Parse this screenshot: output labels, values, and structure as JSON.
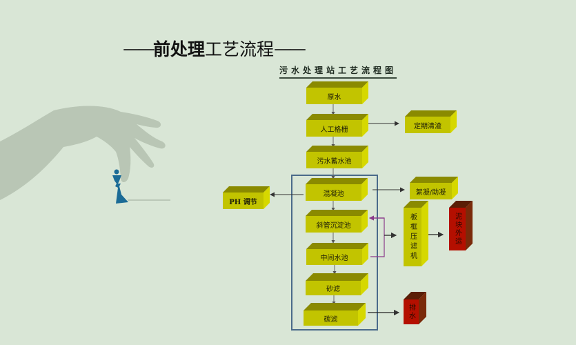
{
  "slide": {
    "title": {
      "dash_left": "——",
      "bold": "前处理",
      "normal": "工艺流程",
      "dash_right": "——"
    },
    "subtitle": "污水处理站工艺流程图"
  },
  "colors": {
    "background": "#d9e6d6",
    "box_front": "#c2c400",
    "box_top": "#8a8a00",
    "box_side": "#d6d800",
    "red_front": "#b40f00",
    "red_top": "#5a1e06",
    "red_side": "#7a2a0a",
    "frame": "#4a6a8a",
    "return_line": "#8a3a8a",
    "hand": "#b9c6b5",
    "chess_piece": "#1b6b96"
  },
  "flow": {
    "main": [
      {
        "id": "raw-water",
        "label": "原水"
      },
      {
        "id": "screen",
        "label": "人工格栅"
      },
      {
        "id": "storage-tank",
        "label": "污水蓄水池"
      },
      {
        "id": "coagulation-tank",
        "label": "混凝池"
      },
      {
        "id": "inclined-settler",
        "label": "斜管沉淀池"
      },
      {
        "id": "intermediate-tank",
        "label": "中间水池"
      },
      {
        "id": "sand-filter",
        "label": "砂滤"
      },
      {
        "id": "carbon-filter",
        "label": "碳滤"
      }
    ],
    "side": {
      "periodic-cleaning": "定期清渣",
      "ph-adjust": "PH 调节",
      "flocculant": "絮凝/助凝",
      "filter-press": "板框压滤机",
      "sludge-out": "泥块外运",
      "discharge": "排水"
    }
  },
  "icons": {
    "hand": "hand-silhouette-icon",
    "chess": "chess-queen-icon"
  }
}
